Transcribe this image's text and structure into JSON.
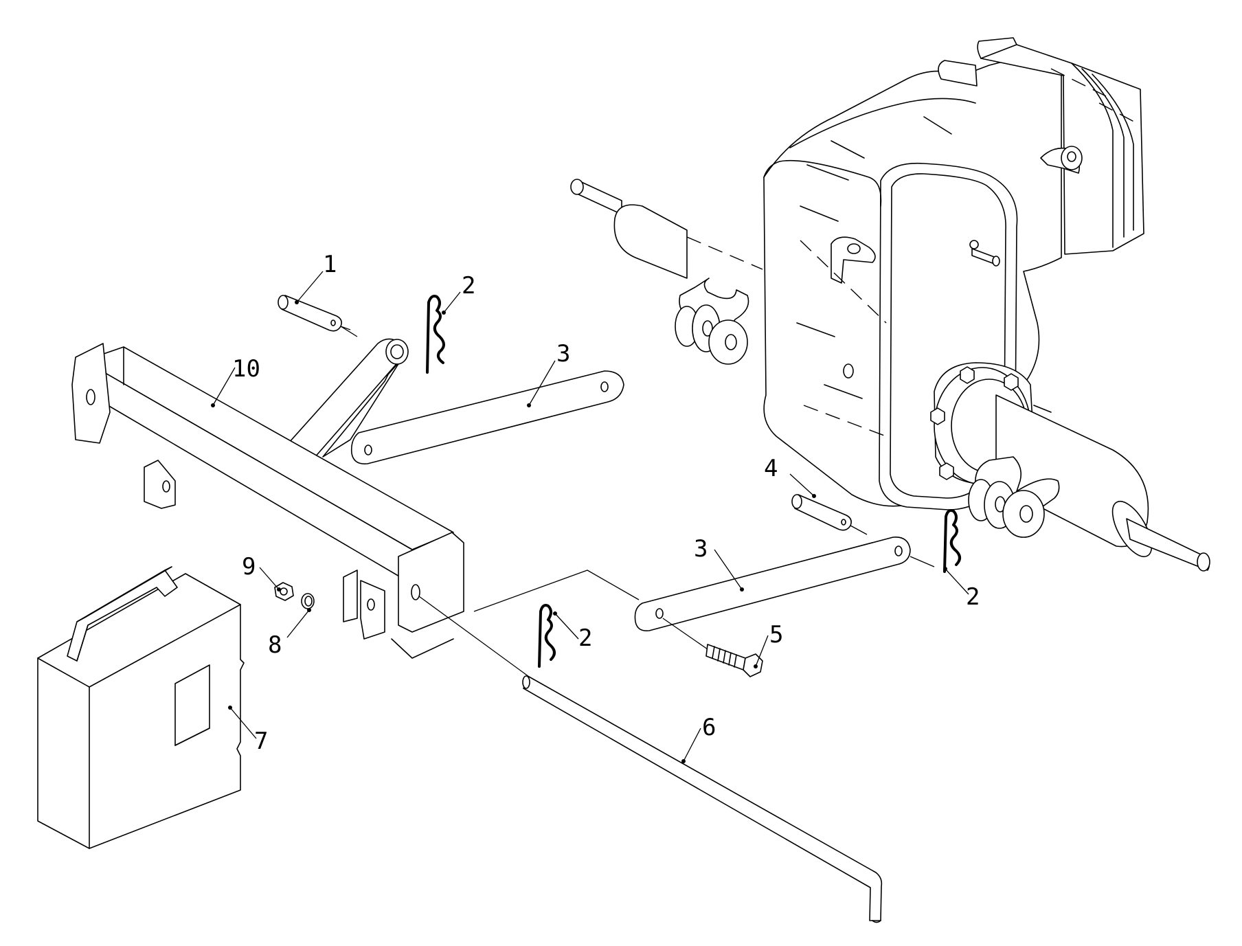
{
  "callouts": {
    "c1": "1",
    "c2a": "2",
    "c2b": "2",
    "c2c": "2",
    "c3a": "3",
    "c3b": "3",
    "c4": "4",
    "c5": "5",
    "c6": "6",
    "c7": "7",
    "c8": "8",
    "c9": "9",
    "c10": "10"
  },
  "parts": [
    {
      "number": "1",
      "name": "clevis-pin"
    },
    {
      "number": "2",
      "name": "hair-pin-clip"
    },
    {
      "number": "3",
      "name": "link-bar"
    },
    {
      "number": "4",
      "name": "clevis-pin"
    },
    {
      "number": "5",
      "name": "bolt"
    },
    {
      "number": "6",
      "name": "rod"
    },
    {
      "number": "7",
      "name": "weight"
    },
    {
      "number": "8",
      "name": "washer"
    },
    {
      "number": "9",
      "name": "nut"
    },
    {
      "number": "10",
      "name": "frame"
    }
  ]
}
